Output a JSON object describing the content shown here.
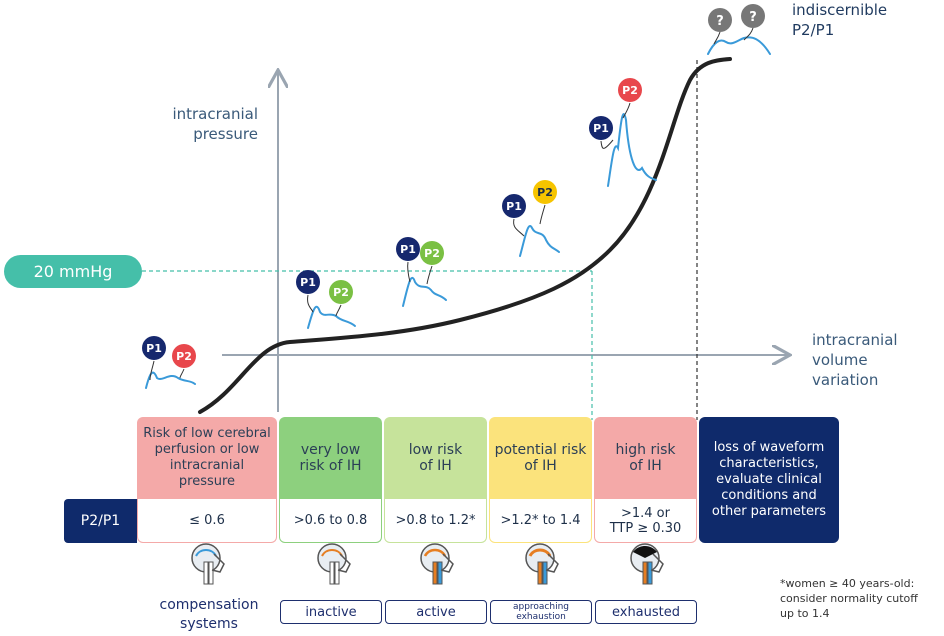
{
  "axes": {
    "y_label_line1": "intracranial",
    "y_label_line2": "pressure",
    "x_label_line1": "intracranial",
    "x_label_line2": "volume",
    "x_label_line3": "variation"
  },
  "threshold": {
    "label": "20 mmHg"
  },
  "top_note": {
    "line1": "indiscernible",
    "line2": "P2/P1"
  },
  "balloons": {
    "p1": "P1",
    "p2": "P2",
    "unknown": "?"
  },
  "row_label": "P2/P1",
  "categories": [
    {
      "label_lines": [
        "Risk of low cerebral",
        "perfusion or low",
        "intracranial",
        "pressure"
      ],
      "value": "≤ 0.6",
      "color": "#f4a9a8"
    },
    {
      "label_lines": [
        "very low",
        "risk of IH"
      ],
      "value": ">0.6 to 0.8",
      "color": "#8dd07e"
    },
    {
      "label_lines": [
        "low risk",
        "of IH"
      ],
      "value": ">0.8 to 1.2*",
      "color": "#c6e39b"
    },
    {
      "label_lines": [
        "potential risk",
        "of IH"
      ],
      "value": ">1.2* to 1.4",
      "color": "#fbe37c"
    },
    {
      "label_lines": [
        "high risk",
        "of IH"
      ],
      "value_lines": [
        ">1.4 or",
        "TTP ≥ 0.30"
      ],
      "color": "#f4a9a8"
    },
    {
      "label_lines": [
        "loss of waveform",
        "characteristics,",
        "evaluate clinical",
        "conditions and",
        "other parameters"
      ],
      "color": "#0f2a6b"
    }
  ],
  "compensation": {
    "label_line1": "compensation",
    "label_line2": "systems",
    "states": [
      "inactive",
      "active",
      "approaching exhaustion",
      "exhausted"
    ]
  },
  "footnote": {
    "line1": "*women ≥ 40 years-old:",
    "line2": "consider normality cutoff",
    "line3": "up to 1.4"
  },
  "colors": {
    "navy": "#16286e",
    "red": "#e8474c",
    "green": "#7ac043",
    "yellow": "#f6c400",
    "gray": "#777777",
    "teal": "#45bfa9",
    "wave": "#3a9ad9"
  }
}
